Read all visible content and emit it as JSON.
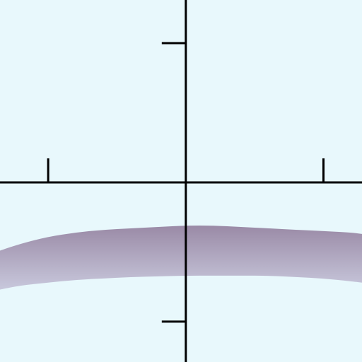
{
  "chart_data": {
    "type": "area",
    "title": "",
    "xlabel": "",
    "ylabel": "",
    "xlim": [
      -1.35,
      1.28
    ],
    "ylim": [
      -1.29,
      1.31
    ],
    "grid": false,
    "legend": "none",
    "x_ticks": [
      -1,
      1
    ],
    "y_ticks": [
      1,
      -1
    ],
    "x_tick_labels": [],
    "y_tick_labels": [],
    "series": [
      {
        "x": [
          -1.35,
          -1.2,
          -1.0,
          -0.8,
          -0.6,
          -0.4,
          -0.2,
          0.0,
          0.2,
          0.4,
          0.6,
          0.8,
          1.0,
          1.2,
          1.28
        ],
        "upper": [
          -0.49,
          -0.44,
          -0.39,
          -0.36,
          -0.34,
          -0.33,
          -0.32,
          -0.31,
          -0.31,
          -0.32,
          -0.33,
          -0.34,
          -0.35,
          -0.36,
          -0.37
        ],
        "lower": [
          -0.77,
          -0.74,
          -0.72,
          -0.7,
          -0.69,
          -0.68,
          -0.675,
          -0.67,
          -0.67,
          -0.67,
          -0.67,
          -0.68,
          -0.69,
          -0.71,
          -0.72
        ]
      }
    ],
    "colors": {
      "background": "#e8f8fc",
      "axis": "#000000",
      "band_top": "#9a8aa6",
      "band_bottom": "#c8c8dc"
    }
  }
}
